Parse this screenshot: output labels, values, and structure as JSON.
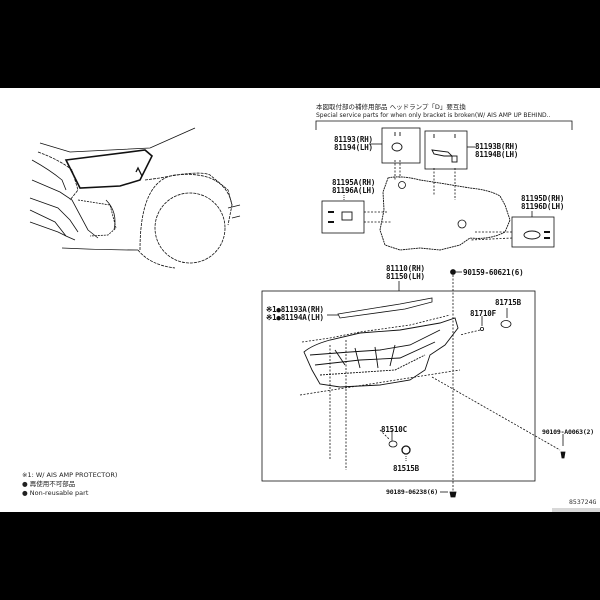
{
  "diagram": {
    "header_jp": "本図取付部の補修用部品 ヘッドランプ「D」要互換",
    "header_en": "Special service parts for when only bracket is broken(W/ AIS AMP UP BEHIND..",
    "parts": {
      "p81193": "81193(RH)\n81194(LH)",
      "p81193B": "81193B(RH)\n81194B(LH)",
      "p81195A": "81195A(RH)\n81196A(LH)",
      "p81195D": "81195D(RH)\n81196D(LH)",
      "p81110": "81110(RH)\n81150(LH)",
      "p90159": "90159-60621(6)",
      "p81193A": "※1●81193A(RH)\n※1●81194A(LH)",
      "p81715B": "81715B",
      "p81710F": "81710F",
      "p81510C": "81510C",
      "p81515B": "81515B",
      "p90109": "90109-A0063(2)",
      "p90189": "90189-06238(6)"
    },
    "legend": {
      "note1": "※1: W/ AIS AMP PROTECTOR)",
      "jp": "● 再使用不可部品",
      "en": "● Non-reusable part"
    },
    "figure_code": "853724G"
  }
}
